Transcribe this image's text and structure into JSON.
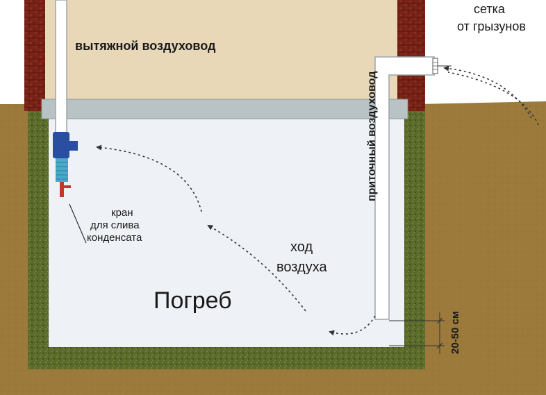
{
  "labels": {
    "exhaust_duct": "вытяжной воздуховод",
    "supply_duct": "приточный воздуховод",
    "rodent_mesh_line1": "сетка",
    "rodent_mesh_line2": "от грызунов",
    "drain_valve_line1": "кран",
    "drain_valve_line2": "для слива",
    "drain_valve_line3": "конденсата",
    "airflow_line1": "ход",
    "airflow_line2": "воздуха",
    "cellar": "Погреб",
    "gap_dimension": "20-50 см"
  },
  "colors": {
    "sky": "#ffffff",
    "room_wall_fill": "#e8d8b8",
    "brick": "#7a2418",
    "soil": "#9c7a3c",
    "gravel_lining": "#5a6a2a",
    "cellar_interior": "#eef1f6",
    "slab": "#b9c2c4",
    "duct": "#ffffff",
    "duct_outline": "#9aa6aa",
    "exhaust_cap": "#2a4fa0",
    "filter": "#4aa8c8",
    "valve": "#c0392b",
    "arrow": "#333333"
  }
}
